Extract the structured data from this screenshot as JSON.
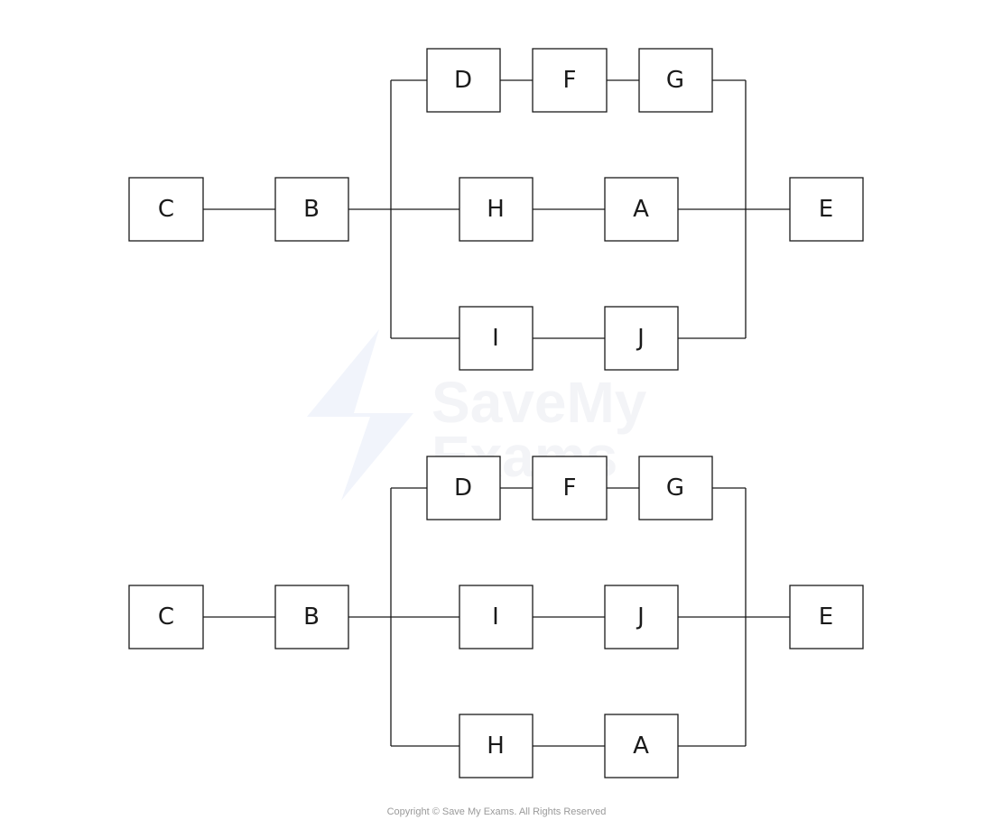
{
  "watermark": {
    "line1": "SaveMy",
    "line2": "Exams"
  },
  "footer": {
    "copyright": "Copyright © Save My Exams. All Rights Reserved"
  },
  "diagrams": [
    {
      "start": [
        "C",
        "B"
      ],
      "branches": [
        [
          "D",
          "F",
          "G"
        ],
        [
          "H",
          "A"
        ],
        [
          "I",
          "J"
        ]
      ],
      "end": "E"
    },
    {
      "start": [
        "C",
        "B"
      ],
      "branches": [
        [
          "D",
          "F",
          "G"
        ],
        [
          "I",
          "J"
        ],
        [
          "H",
          "A"
        ]
      ],
      "end": "E"
    }
  ]
}
